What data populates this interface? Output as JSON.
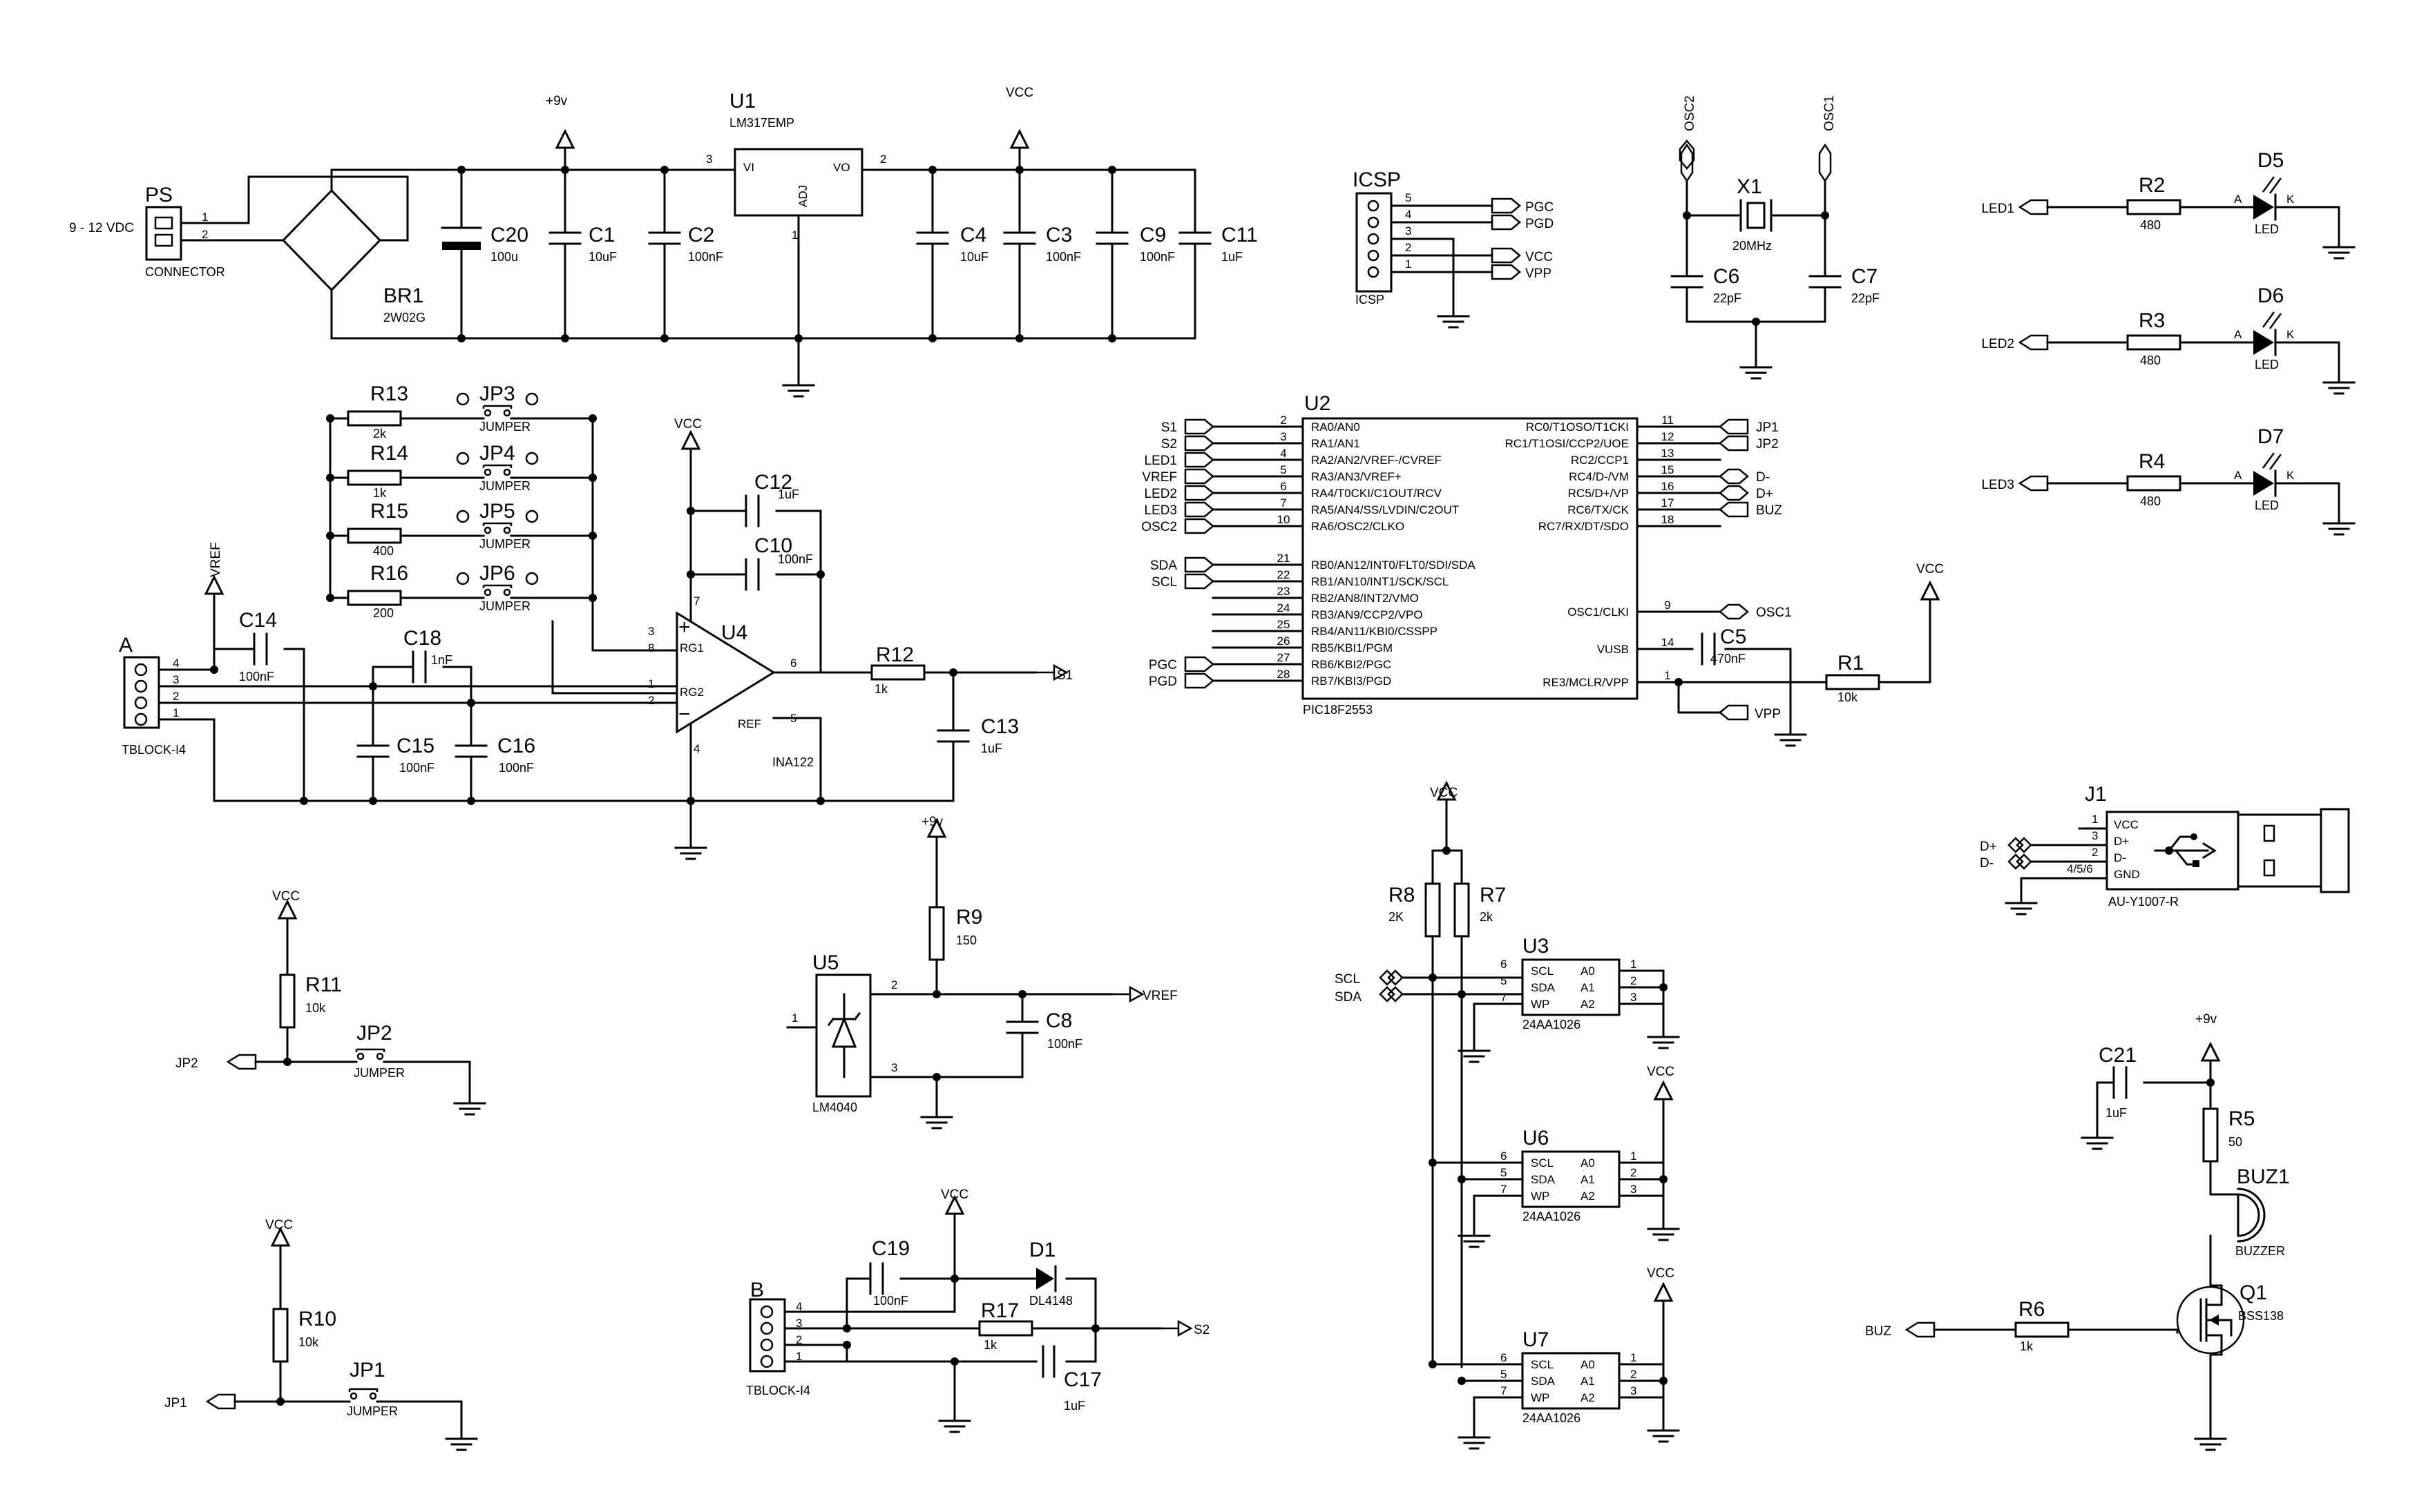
{
  "power_section": {
    "ps": {
      "ref": "PS",
      "value": "CONNECTOR",
      "voltage": "9 - 12 VDC",
      "pins": [
        "1",
        "2"
      ]
    },
    "br1": {
      "ref": "BR1",
      "value": "2W02G"
    },
    "c20": {
      "ref": "C20",
      "value": "100u"
    },
    "c1": {
      "ref": "C1",
      "value": "10uF"
    },
    "c2": {
      "ref": "C2",
      "value": "100nF"
    },
    "u1": {
      "ref": "U1",
      "value": "LM317EMP",
      "vi": "VI",
      "vo": "VO",
      "adj": "ADJ",
      "pin3": "3",
      "pin2": "2",
      "pin1": "1"
    },
    "c4": {
      "ref": "C4",
      "value": "10uF"
    },
    "c3": {
      "ref": "C3",
      "value": "100nF"
    },
    "c9": {
      "ref": "C9",
      "value": "100nF"
    },
    "c11": {
      "ref": "C11",
      "value": "1uF"
    },
    "p9v": "+9v",
    "vcc": "VCC"
  },
  "icsp": {
    "ref": "ICSP",
    "label": "ICSP",
    "pins": [
      "5",
      "4",
      "3",
      "2",
      "1"
    ],
    "nets": [
      "PGC",
      "PGD",
      "VCC",
      "VPP"
    ]
  },
  "osc": {
    "osc2": "OSC2",
    "osc1": "OSC1",
    "x1": {
      "ref": "X1",
      "value": "20MHz"
    },
    "c6": {
      "ref": "C6",
      "value": "22pF"
    },
    "c7": {
      "ref": "C7",
      "value": "22pF"
    }
  },
  "leds": [
    {
      "net": "LED1",
      "r": "R2",
      "rv": "480",
      "d": "D5",
      "dv": "LED",
      "a": "A",
      "k": "K"
    },
    {
      "net": "LED2",
      "r": "R3",
      "rv": "480",
      "d": "D6",
      "dv": "LED",
      "a": "A",
      "k": "K"
    },
    {
      "net": "LED3",
      "r": "R4",
      "rv": "480",
      "d": "D7",
      "dv": "LED",
      "a": "A",
      "k": "K"
    }
  ],
  "u2": {
    "ref": "U2",
    "value": "PIC18F2553",
    "left_pins": [
      {
        "net": "S1",
        "num": "2",
        "name": "RA0/AN0"
      },
      {
        "net": "S2",
        "num": "3",
        "name": "RA1/AN1"
      },
      {
        "net": "LED1",
        "num": "4",
        "name": "RA2/AN2/VREF-/CVREF"
      },
      {
        "net": "VREF",
        "num": "5",
        "name": "RA3/AN3/VREF+"
      },
      {
        "net": "LED2",
        "num": "6",
        "name": "RA4/T0CKI/C1OUT/RCV"
      },
      {
        "net": "LED3",
        "num": "7",
        "name": "RA5/AN4/SS/LVDIN/C2OUT"
      },
      {
        "net": "OSC2",
        "num": "10",
        "name": "RA6/OSC2/CLKO"
      },
      {
        "net": "SDA",
        "num": "21",
        "name": "RB0/AN12/INT0/FLT0/SDI/SDA"
      },
      {
        "net": "SCL",
        "num": "22",
        "name": "RB1/AN10/INT1/SCK/SCL"
      },
      {
        "net": "",
        "num": "23",
        "name": "RB2/AN8/INT2/VMO"
      },
      {
        "net": "",
        "num": "24",
        "name": "RB3/AN9/CCP2/VPO"
      },
      {
        "net": "",
        "num": "25",
        "name": "RB4/AN11/KBI0/CSSPP"
      },
      {
        "net": "",
        "num": "26",
        "name": "RB5/KBI1/PGM"
      },
      {
        "net": "PGC",
        "num": "27",
        "name": "RB6/KBI2/PGC"
      },
      {
        "net": "PGD",
        "num": "28",
        "name": "RB7/KBI3/PGD"
      }
    ],
    "right_pins": [
      {
        "net": "JP1",
        "num": "11",
        "name": "RC0/T1OSO/T1CKI"
      },
      {
        "net": "JP2",
        "num": "12",
        "name": "RC1/T1OSI/CCP2/UOE"
      },
      {
        "net": "",
        "num": "13",
        "name": "RC2/CCP1"
      },
      {
        "net": "D-",
        "num": "15",
        "name": "RC4/D-/VM"
      },
      {
        "net": "D+",
        "num": "16",
        "name": "RC5/D+/VP"
      },
      {
        "net": "BUZ",
        "num": "17",
        "name": "RC6/TX/CK"
      },
      {
        "net": "",
        "num": "18",
        "name": "RC7/RX/DT/SDO"
      },
      {
        "net": "OSC1",
        "num": "9",
        "name": "OSC1/CLKI"
      },
      {
        "net": "",
        "num": "14",
        "name": "VUSB"
      },
      {
        "net": "",
        "num": "1",
        "name": "RE3/MCLR/VPP"
      }
    ],
    "c5": {
      "ref": "C5",
      "value": "470nF"
    },
    "r1": {
      "ref": "R1",
      "value": "10k"
    },
    "vpp": "VPP",
    "vcc": "VCC"
  },
  "amp": {
    "r13": {
      "ref": "R13",
      "value": "2k"
    },
    "r14": {
      "ref": "R14",
      "value": "1k"
    },
    "r15": {
      "ref": "R15",
      "value": "400"
    },
    "r16": {
      "ref": "R16",
      "value": "200"
    },
    "jp3": {
      "ref": "JP3",
      "value": "JUMPER"
    },
    "jp4": {
      "ref": "JP4",
      "value": "JUMPER"
    },
    "jp5": {
      "ref": "JP5",
      "value": "JUMPER"
    },
    "jp6": {
      "ref": "JP6",
      "value": "JUMPER"
    },
    "c12": {
      "ref": "C12",
      "value": "1uF"
    },
    "c10": {
      "ref": "C10",
      "value": "100nF"
    },
    "u4": {
      "ref": "U4",
      "value": "INA122",
      "rg1": "RG1",
      "rg2": "RG2",
      "refp": "REF",
      "plus": "+",
      "minus": "−",
      "p7": "7",
      "p3": "3",
      "p8": "8",
      "p1": "1",
      "p2": "2",
      "p6": "6",
      "p5": "5",
      "p4": "4"
    },
    "r12": {
      "ref": "R12",
      "value": "1k"
    },
    "c13": {
      "ref": "C13",
      "value": "1uF"
    },
    "s1": "S1",
    "vref": "VREF",
    "a": {
      "ref": "A",
      "value": "TBLOCK-I4",
      "pins": [
        "4",
        "3",
        "2",
        "1"
      ]
    },
    "c14": {
      "ref": "C14",
      "value": "100nF"
    },
    "c18": {
      "ref": "C18",
      "value": "1nF"
    },
    "c15": {
      "ref": "C15",
      "value": "100nF"
    },
    "c16": {
      "ref": "C16",
      "value": "100nF"
    },
    "vcc": "VCC"
  },
  "jp2_section": {
    "vcc": "VCC",
    "r11": {
      "ref": "R11",
      "value": "10k"
    },
    "jp2": {
      "ref": "JP2",
      "value": "JUMPER"
    },
    "net": "JP2"
  },
  "jp1_section": {
    "vcc": "VCC",
    "r10": {
      "ref": "R10",
      "value": "10k"
    },
    "jp1": {
      "ref": "JP1",
      "value": "JUMPER"
    },
    "net": "JP1"
  },
  "vref_section": {
    "p9v": "+9v",
    "r9": {
      "ref": "R9",
      "value": "150"
    },
    "u5": {
      "ref": "U5",
      "value": "LM4040",
      "p1": "1",
      "p2": "2",
      "p3": "3"
    },
    "c8": {
      "ref": "C8",
      "value": "100nF"
    },
    "net": "VREF"
  },
  "b_section": {
    "vcc": "VCC",
    "c19": {
      "ref": "C19",
      "value": "100nF"
    },
    "d1": {
      "ref": "D1",
      "value": "DL4148"
    },
    "r17": {
      "ref": "R17",
      "value": "1k"
    },
    "c17": {
      "ref": "C17",
      "value": "1uF"
    },
    "b": {
      "ref": "B",
      "value": "TBLOCK-I4",
      "pins": [
        "4",
        "3",
        "2",
        "1"
      ]
    },
    "net": "S2"
  },
  "eeprom": {
    "vcc": "VCC",
    "r8": {
      "ref": "R8",
      "value": "2K"
    },
    "r7": {
      "ref": "R7",
      "value": "2k"
    },
    "scl": "SCL",
    "sda": "SDA",
    "chips": [
      {
        "ref": "U3",
        "value": "24AA1026"
      },
      {
        "ref": "U6",
        "value": "24AA1026"
      },
      {
        "ref": "U7",
        "value": "24AA1026"
      }
    ],
    "pin_names_l": [
      "SCL",
      "SDA",
      "WP"
    ],
    "pin_names_r": [
      "A0",
      "A1",
      "A2"
    ],
    "pin_nums_l": [
      "6",
      "5",
      "7"
    ],
    "pin_nums_r": [
      "1",
      "2",
      "3"
    ]
  },
  "usb": {
    "ref": "J1",
    "value": "AU-Y1007-R",
    "pins": [
      "1",
      "3",
      "2",
      "4/5/6"
    ],
    "names": [
      "VCC",
      "D+",
      "D-",
      "GND"
    ],
    "nets": [
      "D+",
      "D-"
    ]
  },
  "buzzer": {
    "p9v": "+9v",
    "c21": {
      "ref": "C21",
      "value": "1uF"
    },
    "r5": {
      "ref": "R5",
      "value": "50"
    },
    "buz1": {
      "ref": "BUZ1",
      "value": "BUZZER"
    },
    "q1": {
      "ref": "Q1",
      "value": "BSS138"
    },
    "r6": {
      "ref": "R6",
      "value": "1k"
    },
    "net": "BUZ"
  }
}
